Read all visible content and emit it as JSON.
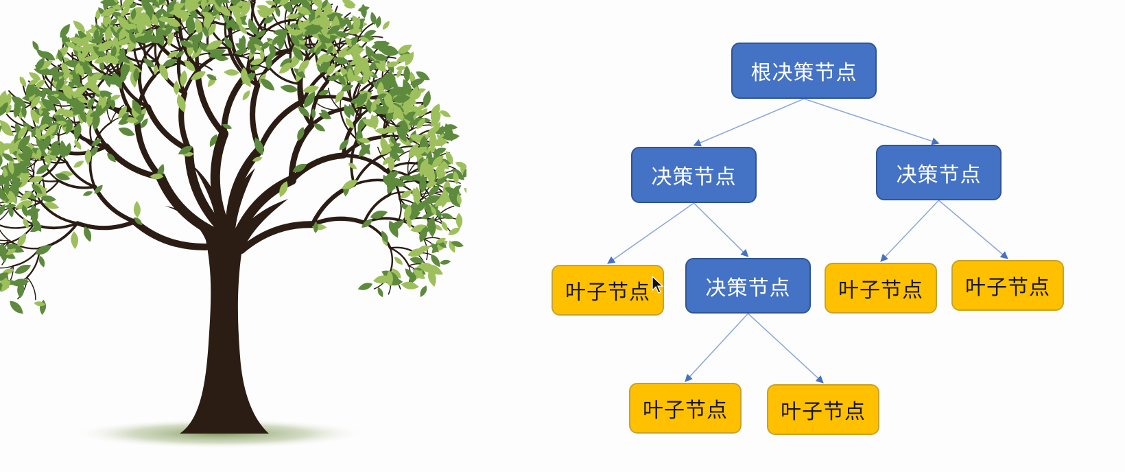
{
  "illustration": {
    "icon": "tree-icon",
    "foliage_dark": "#5e8a3e",
    "foliage_light": "#9ec05c",
    "trunk": "#2b1d14",
    "ground_shadow": "#7f9657"
  },
  "diagram": {
    "nodes": [
      {
        "id": "root",
        "type": "decision",
        "label": "根决策节点"
      },
      {
        "id": "d1",
        "type": "decision",
        "label": "决策节点"
      },
      {
        "id": "d2",
        "type": "decision",
        "label": "决策节点"
      },
      {
        "id": "leaf1",
        "type": "leaf",
        "label": "叶子节点"
      },
      {
        "id": "d3",
        "type": "decision",
        "label": "决策节点"
      },
      {
        "id": "leaf2",
        "type": "leaf",
        "label": "叶子节点"
      },
      {
        "id": "leaf3",
        "type": "leaf",
        "label": "叶子节点"
      },
      {
        "id": "leaf4",
        "type": "leaf",
        "label": "叶子节点"
      },
      {
        "id": "leaf5",
        "type": "leaf",
        "label": "叶子节点"
      }
    ],
    "edges": [
      {
        "from": "root",
        "to": "d1"
      },
      {
        "from": "root",
        "to": "d2"
      },
      {
        "from": "d1",
        "to": "leaf1"
      },
      {
        "from": "d1",
        "to": "d3"
      },
      {
        "from": "d2",
        "to": "leaf2"
      },
      {
        "from": "d2",
        "to": "leaf3"
      },
      {
        "from": "d3",
        "to": "leaf4"
      },
      {
        "from": "d3",
        "to": "leaf5"
      }
    ],
    "colors": {
      "decision_fill": "#4472c4",
      "decision_border": "#2f5597",
      "leaf_fill": "#ffc000",
      "leaf_border": "#c9a227",
      "edge": "#8ea9db"
    }
  }
}
